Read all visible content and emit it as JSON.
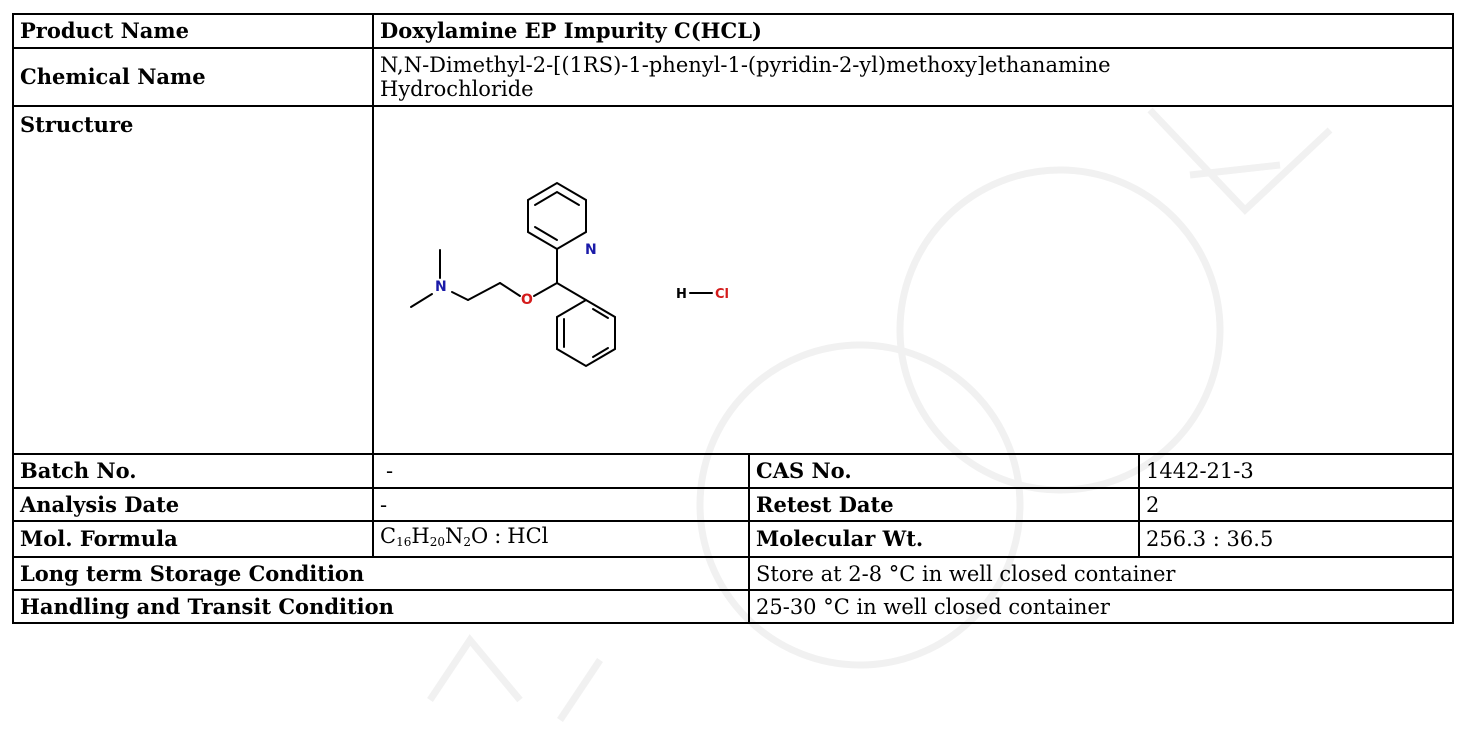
{
  "document": {
    "product_name": {
      "label": "Product Name",
      "value": "Doxylamine EP Impurity C(HCL)"
    },
    "chemical_name": {
      "label": "Chemical Name",
      "line1": "N,N-Dimethyl-2-[(1RS)-1-phenyl-1-(pyridin-2-yl)methoxy]ethanamine",
      "line2": "Hydrochloride"
    },
    "structure": {
      "label": "Structure",
      "atoms": {
        "nitrogen_amine": "N",
        "oxygen": "O",
        "nitrogen_pyridine": "N",
        "hydrogen": "H",
        "chlorine": "Cl"
      },
      "colors": {
        "nitrogen": "#1a1aa8",
        "oxygen": "#d41b1b",
        "chlorine": "#d41b1b"
      }
    },
    "batch": {
      "label": "Batch No.",
      "value": "-"
    },
    "cas": {
      "label": "CAS No.",
      "value": "1442-21-3"
    },
    "analysis_date": {
      "label": "Analysis Date",
      "value": "-"
    },
    "retest_date": {
      "label": "Retest Date",
      "value": "2"
    },
    "mol_formula": {
      "label": "Mol. Formula",
      "c": "C",
      "c_n": "16",
      "h": "H",
      "h_n": "20",
      "n": "N",
      "n_n": "2",
      "o": "O",
      "sep": ":",
      "salt": "HCl"
    },
    "mol_wt": {
      "label": "Molecular Wt.",
      "value": "256.3 : 36.5"
    },
    "storage": {
      "label": "Long term Storage Condition",
      "value": "Store at 2-8 °C in well closed container"
    },
    "handling": {
      "label": "Handling and Transit Condition",
      "value": "25-30 °C in well closed container"
    }
  }
}
